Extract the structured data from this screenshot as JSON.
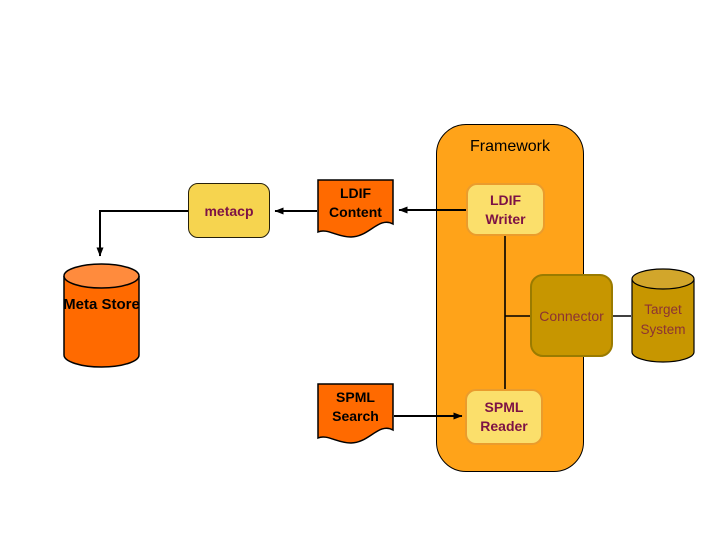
{
  "nodes": {
    "framework": {
      "label": "Framework"
    },
    "metacp": {
      "label": "metacp"
    },
    "ldif_content": {
      "label": "LDIF Content"
    },
    "ldif_writer": {
      "label": "LDIF Writer"
    },
    "spml_search": {
      "label": "SPML Search"
    },
    "spml_reader": {
      "label": "SPML Reader"
    },
    "meta_store": {
      "label": "Meta Store"
    },
    "connector": {
      "label": "Connector"
    },
    "target_system": {
      "label": "Target System"
    }
  },
  "edges": [
    {
      "from": "metacp",
      "to": "Meta Store",
      "arrow": true
    },
    {
      "from": "LDIF Content",
      "to": "metacp",
      "arrow": true
    },
    {
      "from": "LDIF Writer",
      "to": "LDIF Content",
      "arrow": true
    },
    {
      "from": "LDIF Writer",
      "to": "SPML Reader",
      "arrow": false
    },
    {
      "from": "LDIF Writer / SPML Reader trunk",
      "to": "Connector",
      "arrow": false
    },
    {
      "from": "Connector",
      "to": "Target System",
      "arrow": false
    },
    {
      "from": "SPML Search",
      "to": "SPML Reader",
      "arrow": true
    }
  ],
  "colors": {
    "framework_fill": "#FFA319",
    "yellow_box_fill": "#F6D44F",
    "inner_box_fill": "#FBDF6B",
    "inner_box_border": "#EA9C2D",
    "document_fill": "#FF6A00",
    "cylinder_orange_body": "#FF6A00",
    "cylinder_orange_top": "#FF8B3D",
    "gold_fill": "#C79600",
    "gold_border": "#9A7B00",
    "cylinder_gold_top": "#D2A62B",
    "maroon_bold_text": "#7D1245",
    "maroon_text": "#8C3333",
    "line_color": "#000000"
  }
}
